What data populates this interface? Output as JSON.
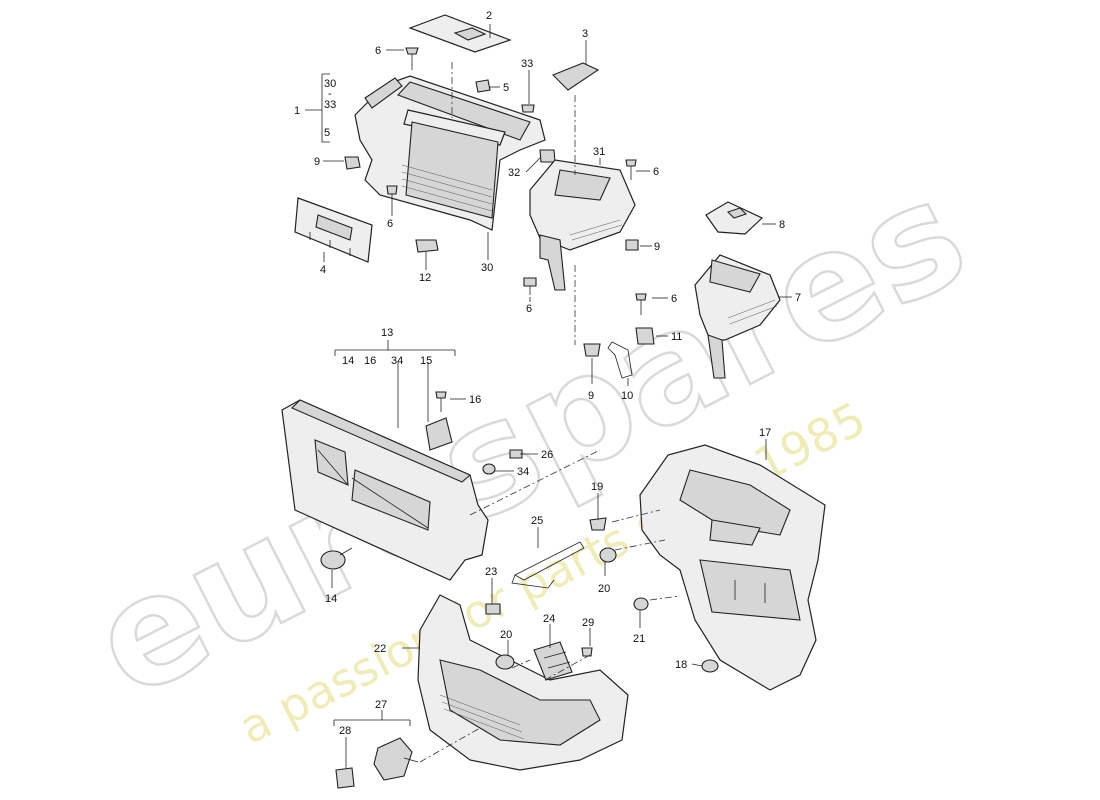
{
  "watermark": {
    "brand": "eurospares",
    "tagline": "a passion for parts since 1985",
    "color": "#d9d9d9",
    "tagline_color": "#ece8a8"
  },
  "callouts": [
    {
      "id": "c1",
      "text": "1"
    },
    {
      "id": "c30a",
      "text": "30"
    },
    {
      "id": "cdash",
      "text": "-"
    },
    {
      "id": "c33a",
      "text": "33"
    },
    {
      "id": "c5a",
      "text": "5"
    },
    {
      "id": "c2",
      "text": "2"
    },
    {
      "id": "c3",
      "text": "3"
    },
    {
      "id": "c6a",
      "text": "6"
    },
    {
      "id": "c33b",
      "text": "33"
    },
    {
      "id": "c5b",
      "text": "5"
    },
    {
      "id": "c9a",
      "text": "9"
    },
    {
      "id": "c6b",
      "text": "6"
    },
    {
      "id": "c4",
      "text": "4"
    },
    {
      "id": "c12",
      "text": "12"
    },
    {
      "id": "c30b",
      "text": "30"
    },
    {
      "id": "c31",
      "text": "31"
    },
    {
      "id": "c32",
      "text": "32"
    },
    {
      "id": "c6c",
      "text": "6"
    },
    {
      "id": "c8",
      "text": "8"
    },
    {
      "id": "c9b",
      "text": "9"
    },
    {
      "id": "c6d",
      "text": "6"
    },
    {
      "id": "c6e",
      "text": "6"
    },
    {
      "id": "c7",
      "text": "7"
    },
    {
      "id": "c11",
      "text": "11"
    },
    {
      "id": "c9c",
      "text": "9"
    },
    {
      "id": "c10",
      "text": "10"
    },
    {
      "id": "c13",
      "text": "13"
    },
    {
      "id": "c14a",
      "text": "14"
    },
    {
      "id": "c16a",
      "text": "16"
    },
    {
      "id": "c34a",
      "text": "34"
    },
    {
      "id": "c15",
      "text": "15"
    },
    {
      "id": "c16b",
      "text": "16"
    },
    {
      "id": "c26",
      "text": "26"
    },
    {
      "id": "c34b",
      "text": "34"
    },
    {
      "id": "c17",
      "text": "17"
    },
    {
      "id": "c19",
      "text": "19"
    },
    {
      "id": "c25",
      "text": "25"
    },
    {
      "id": "c20a",
      "text": "20"
    },
    {
      "id": "c14b",
      "text": "14"
    },
    {
      "id": "c23",
      "text": "23"
    },
    {
      "id": "c21",
      "text": "21"
    },
    {
      "id": "c24",
      "text": "24"
    },
    {
      "id": "c29",
      "text": "29"
    },
    {
      "id": "c20b",
      "text": "20"
    },
    {
      "id": "c22",
      "text": "22"
    },
    {
      "id": "c18",
      "text": "18"
    },
    {
      "id": "c27",
      "text": "27"
    },
    {
      "id": "c28",
      "text": "28"
    }
  ]
}
